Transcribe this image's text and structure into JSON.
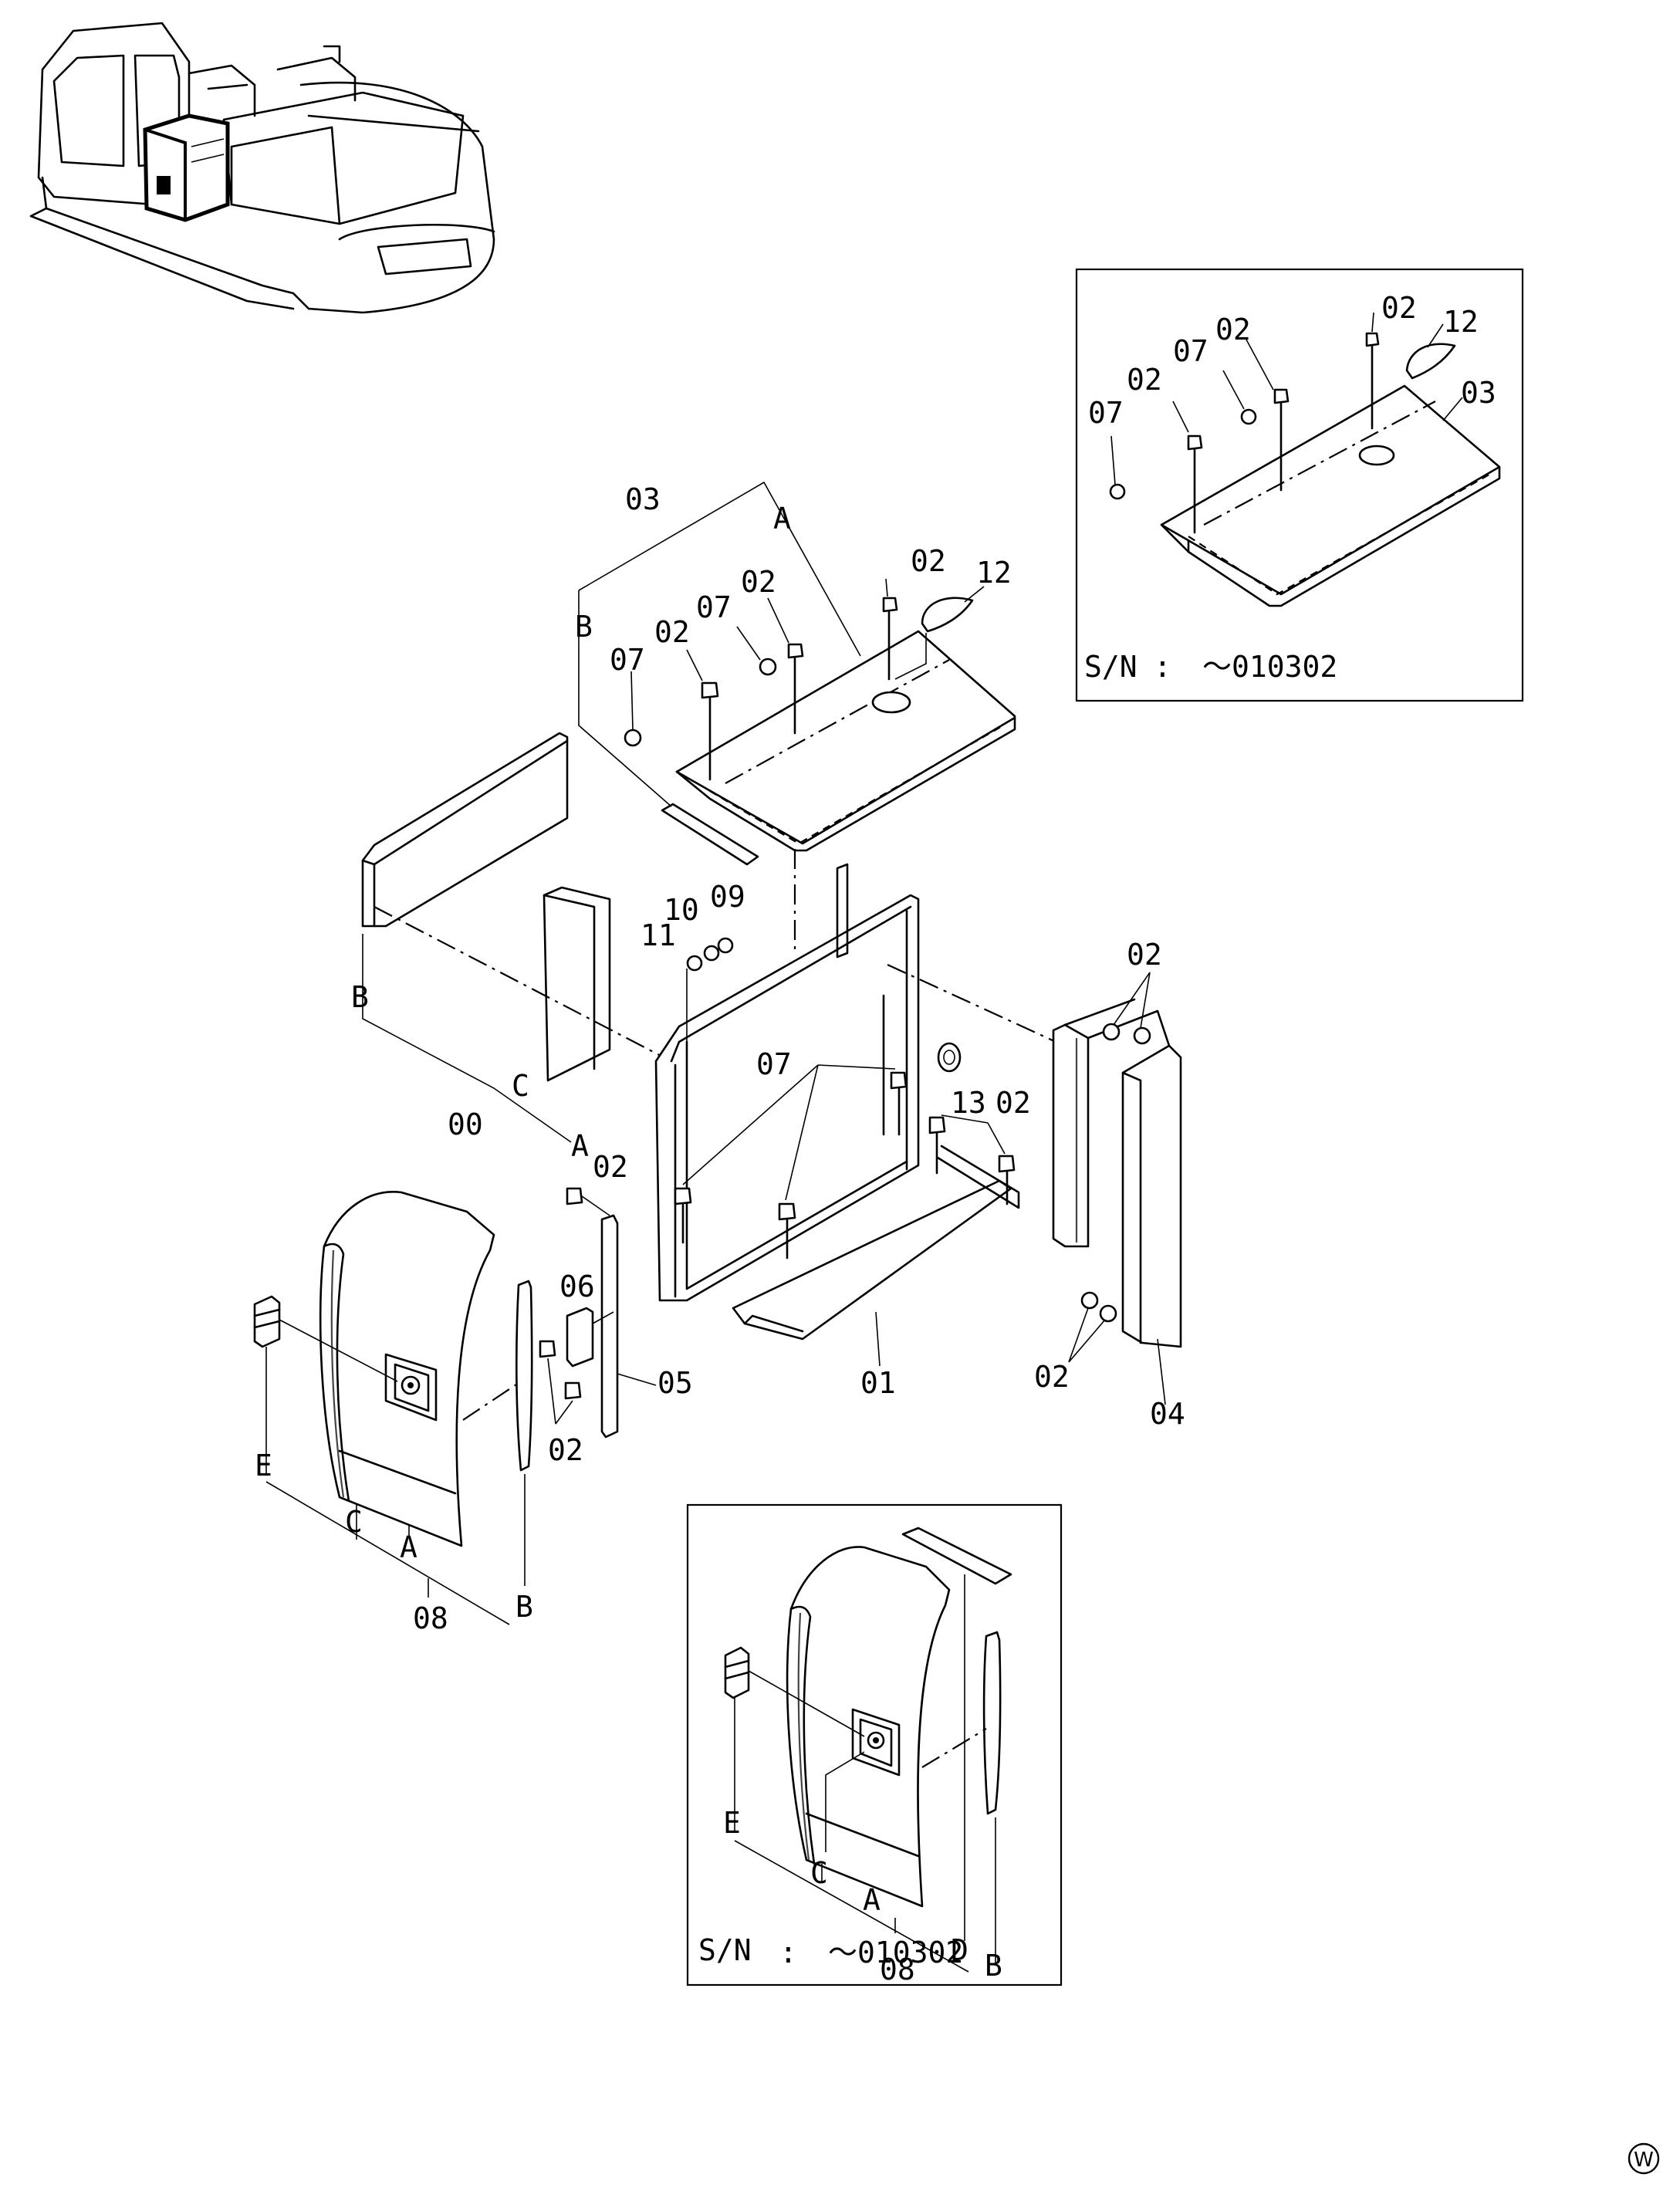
{
  "callouts": {
    "c00": "00",
    "c01": "01",
    "c02": "02",
    "c03": "03",
    "c04": "04",
    "c05": "05",
    "c06": "06",
    "c07": "07",
    "c08": "08",
    "c09": "09",
    "c10": "10",
    "c11": "11",
    "c12": "12",
    "c13": "13"
  },
  "letters": {
    "A": "A",
    "B": "B",
    "C": "C",
    "D": "D",
    "E": "E"
  },
  "insets": {
    "top_right": {
      "sn_label": "S/N",
      "sn_colon": ":",
      "sn_range": "～010302"
    },
    "bottom_center": {
      "sn_label": "S/N",
      "sn_colon": ":",
      "sn_range": "～010302"
    }
  },
  "corner_mark": "W"
}
